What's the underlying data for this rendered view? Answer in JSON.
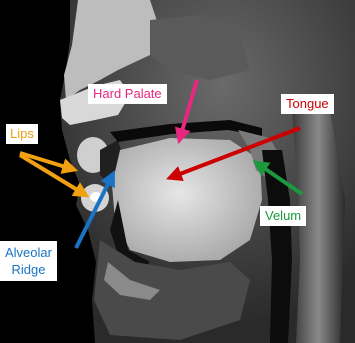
{
  "labels": {
    "hard_palate": "Hard Palate",
    "tongue": "Tongue",
    "lips": "Lips",
    "velum": "Velum",
    "alveolar_ridge_line1": "Alveolar",
    "alveolar_ridge_line2": "Ridge"
  },
  "colors": {
    "hard_palate": "#e8277f",
    "tongue": "#cc0000",
    "lips": "#f0a010",
    "velum": "#1a9a3c",
    "alveolar_ridge": "#1a73c4"
  }
}
